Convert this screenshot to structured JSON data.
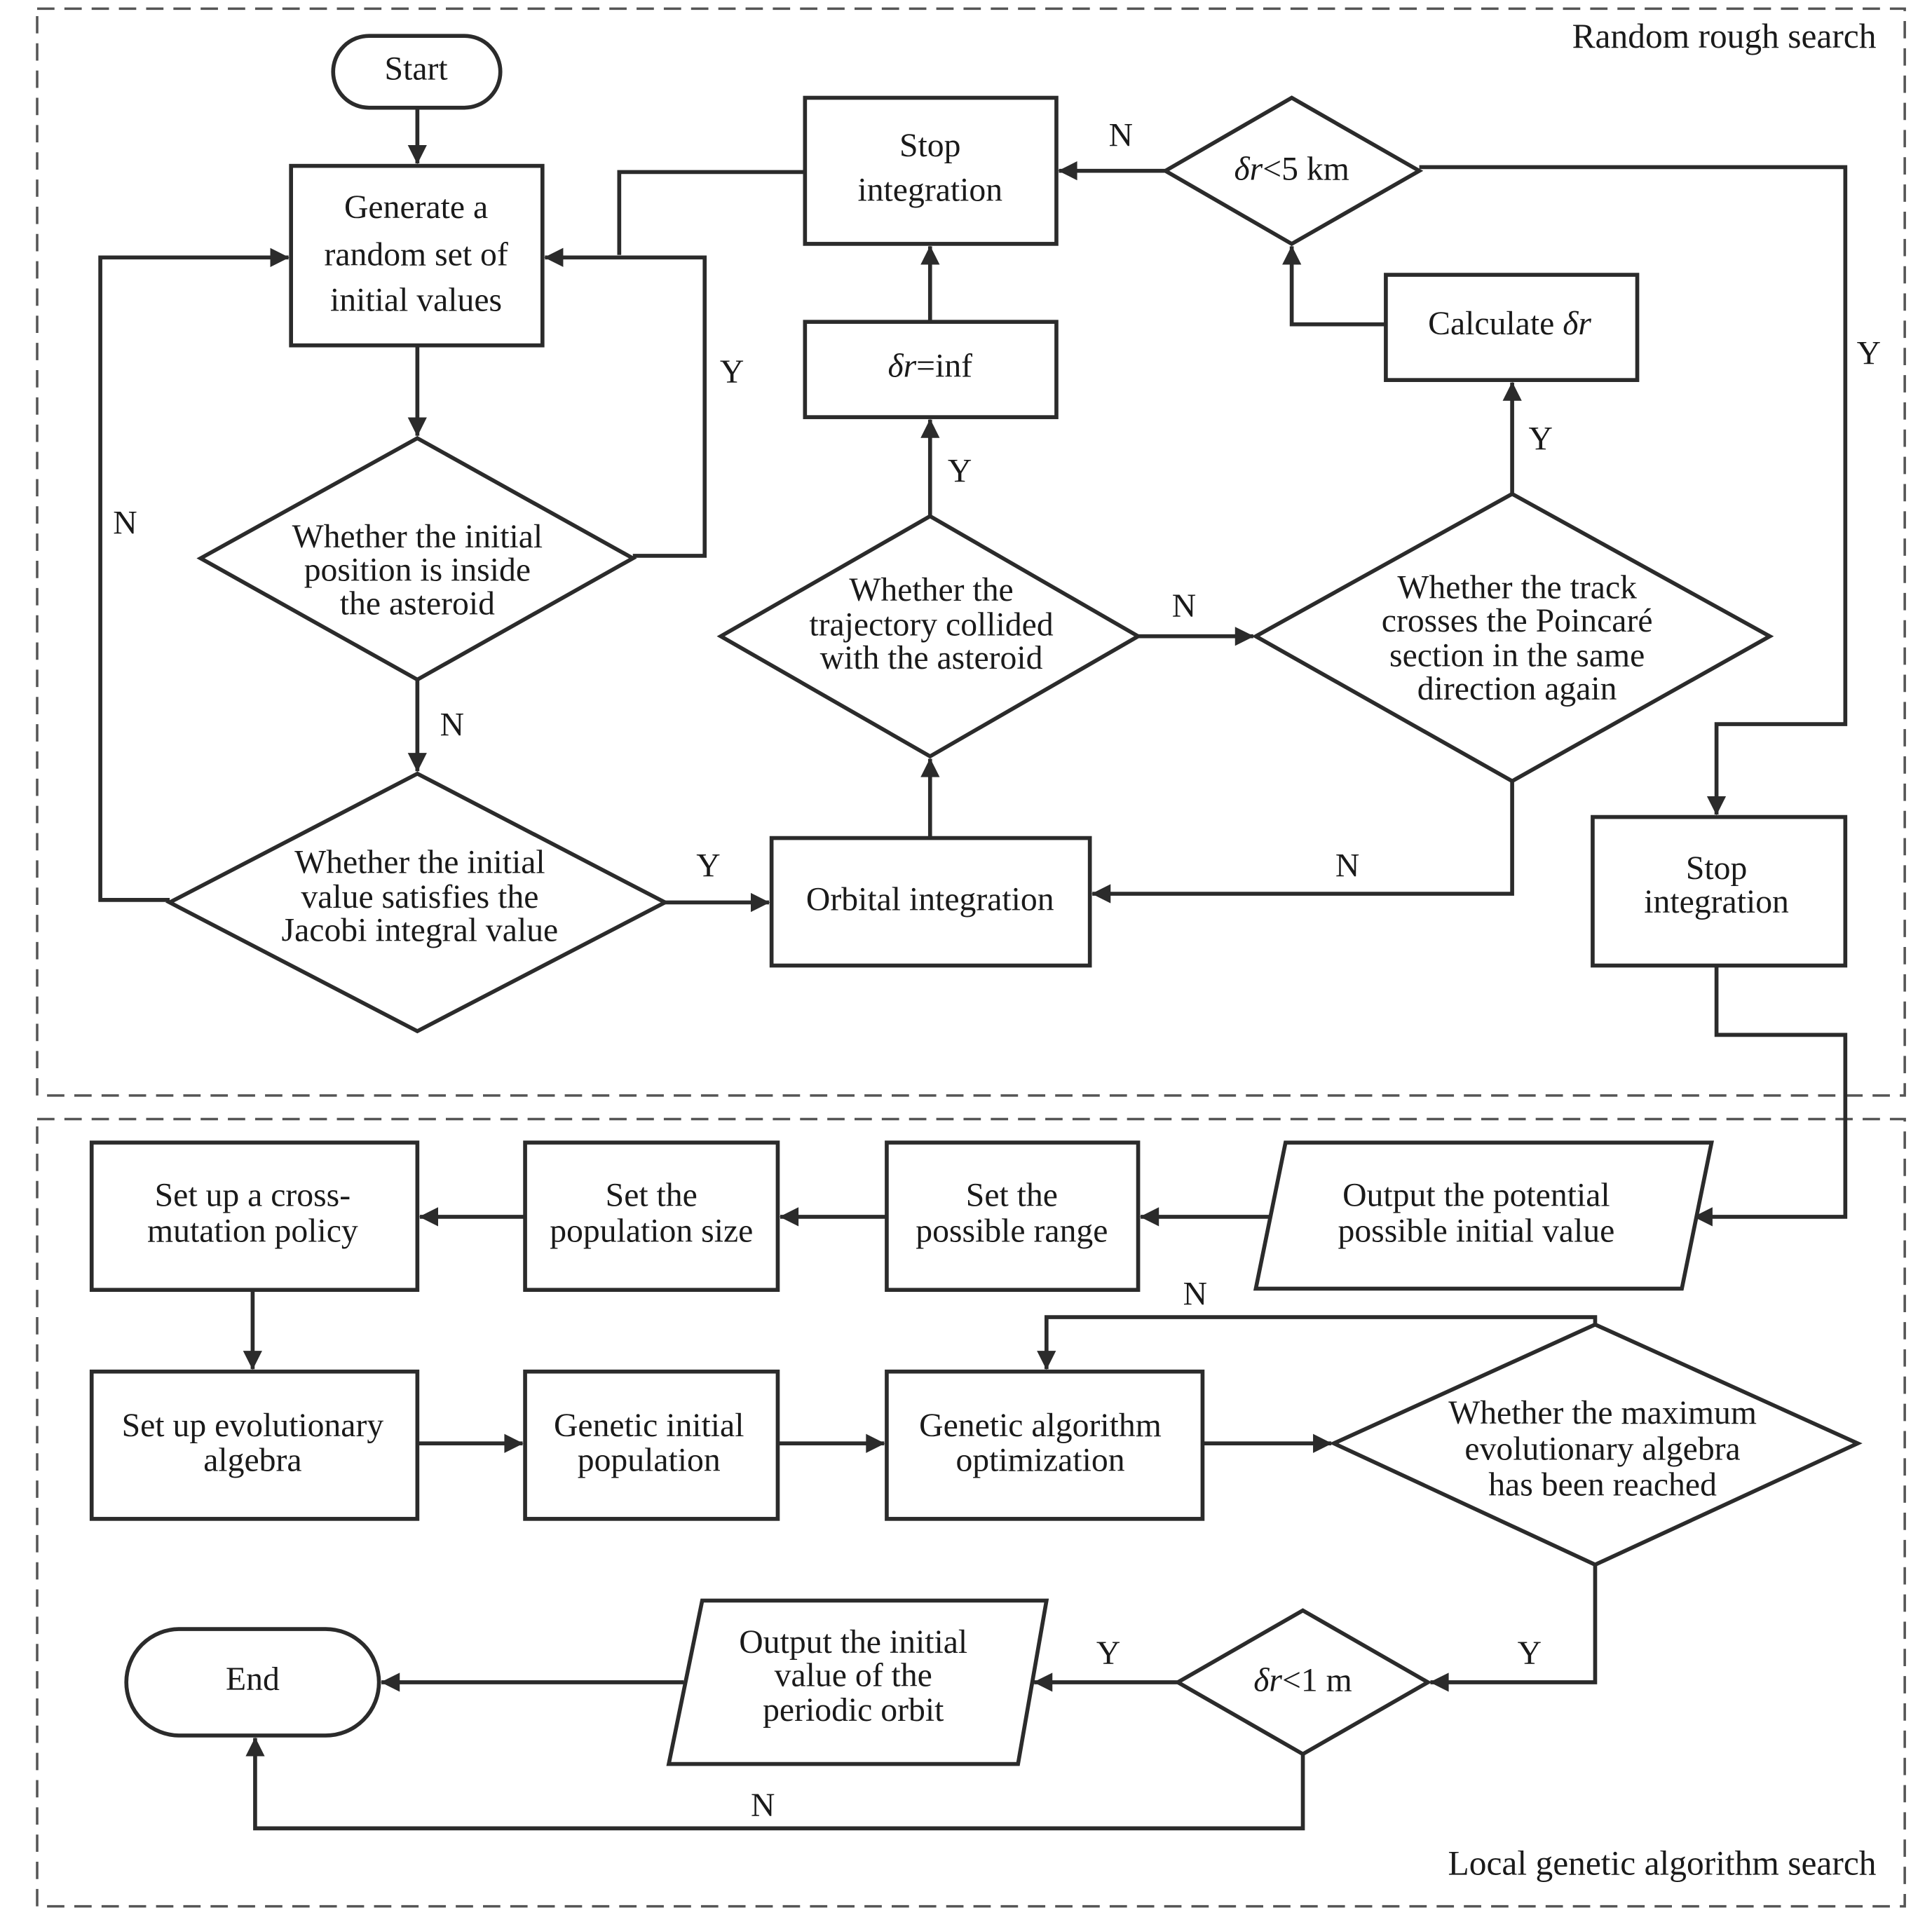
{
  "regions": {
    "top": "Random rough search",
    "bottom": "Local genetic algorithm search"
  },
  "nodes": {
    "start": "Start",
    "generate": [
      "Generate a",
      "random set of",
      "initial values"
    ],
    "inside_asteroid": [
      "Whether the initial",
      "position is inside",
      "the asteroid"
    ],
    "jacobi": [
      "Whether the initial",
      "value satisfies the",
      "Jacobi integral value"
    ],
    "orbital_integration": "Orbital integration",
    "collided": [
      "Whether the",
      "trajectory collided",
      "with the asteroid"
    ],
    "dr_inf": {
      "symbol": "δr",
      "rest": "=inf"
    },
    "stop_integration_1": [
      "Stop",
      "integration"
    ],
    "crosses_poincare": [
      "Whether the track",
      "crosses the Poincaré",
      "section in the same",
      "direction again"
    ],
    "calculate_dr": {
      "text": "Calculate ",
      "symbol": "δr"
    },
    "dr_lt_5km": {
      "symbol": "δr",
      "rest": "<5 km"
    },
    "stop_integration_2": [
      "Stop",
      "integration"
    ],
    "output_potential": [
      "Output the potential",
      "possible initial value"
    ],
    "set_range": [
      "Set the",
      "possible range"
    ],
    "set_population": [
      "Set the",
      "population size"
    ],
    "set_crossmutation": [
      "Set up a cross-",
      "mutation policy"
    ],
    "set_evolutionary": [
      "Set up evolutionary",
      "algebra"
    ],
    "genetic_initial": [
      "Genetic initial",
      "population"
    ],
    "genetic_optimization": [
      "Genetic algorithm",
      "optimization"
    ],
    "max_generation": [
      "Whether the maximum",
      "evolutionary algebra",
      "has been reached"
    ],
    "dr_lt_1m": {
      "symbol": "δr",
      "rest": "<1 m"
    },
    "output_initial": [
      "Output the initial",
      "value of the",
      "periodic orbit"
    ],
    "end": "End"
  },
  "branches": {
    "yes": "Y",
    "no": "N"
  }
}
